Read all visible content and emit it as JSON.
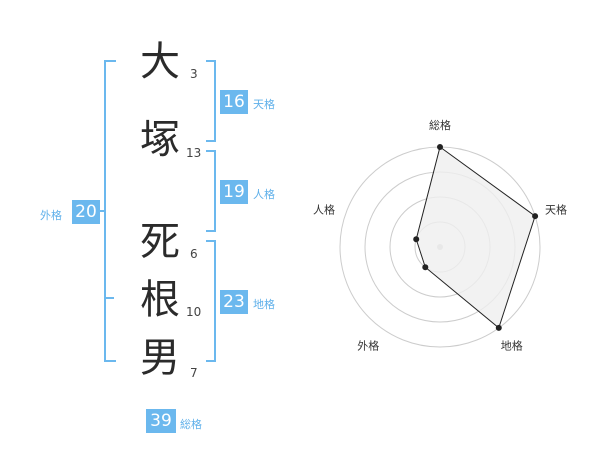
{
  "name": {
    "chars": [
      {
        "kanji": "大",
        "strokes": "3"
      },
      {
        "kanji": "塚",
        "strokes": "13"
      },
      {
        "kanji": "死",
        "strokes": "6"
      },
      {
        "kanji": "根",
        "strokes": "10"
      },
      {
        "kanji": "男",
        "strokes": "7"
      }
    ]
  },
  "fortunes": {
    "tenkaku": {
      "value": "16",
      "label": "天格"
    },
    "jinkaku": {
      "value": "19",
      "label": "人格"
    },
    "chikaku": {
      "value": "23",
      "label": "地格"
    },
    "gaikaku": {
      "value": "20",
      "label": "外格"
    },
    "soukaku": {
      "value": "39",
      "label": "総格"
    }
  },
  "colors": {
    "accent": "#6bb8ee",
    "radar_fill": "#efefef",
    "radar_line": "#222222"
  },
  "chart_data": {
    "type": "radar",
    "axes": [
      "総格",
      "天格",
      "地格",
      "外格",
      "人格"
    ],
    "values": [
      4,
      4,
      4,
      1,
      1
    ],
    "range": [
      0,
      4
    ],
    "rings": 4
  }
}
